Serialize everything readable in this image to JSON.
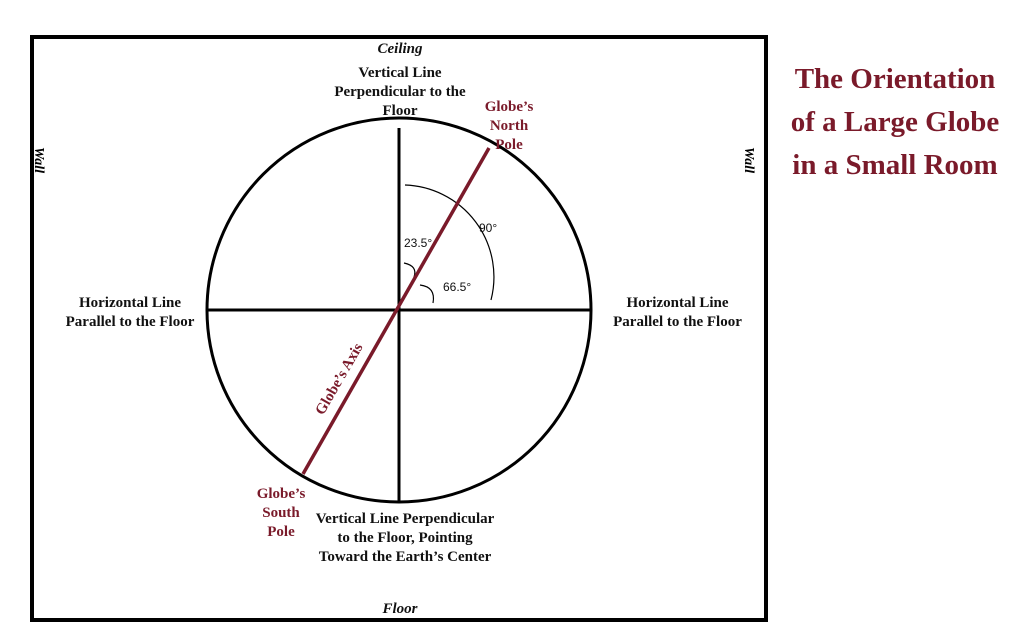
{
  "title": "The Orientation of a Large Globe in a Small Room",
  "room": {
    "ceiling": "Ceiling",
    "floor": "Floor",
    "wall_left": "Wall",
    "wall_right": "Wall"
  },
  "labels": {
    "vertical_top": "Vertical Line Perpendicular to the Floor",
    "vertical_bottom": "Vertical Line Perpendicular to the Floor, Pointing Toward the Earth’s Center",
    "horizontal_left": "Horizontal Line Parallel to the Floor",
    "horizontal_right": "Horizontal Line Parallel to the Floor",
    "north_pole": "Globe’s North Pole",
    "south_pole": "Globe’s South Pole",
    "axis": "Globe’s Axis"
  },
  "angles": {
    "tilt": "23.5°",
    "complement": "66.5°",
    "right": "90°"
  },
  "colors": {
    "accent": "#7a1a2a",
    "line": "#000000"
  }
}
